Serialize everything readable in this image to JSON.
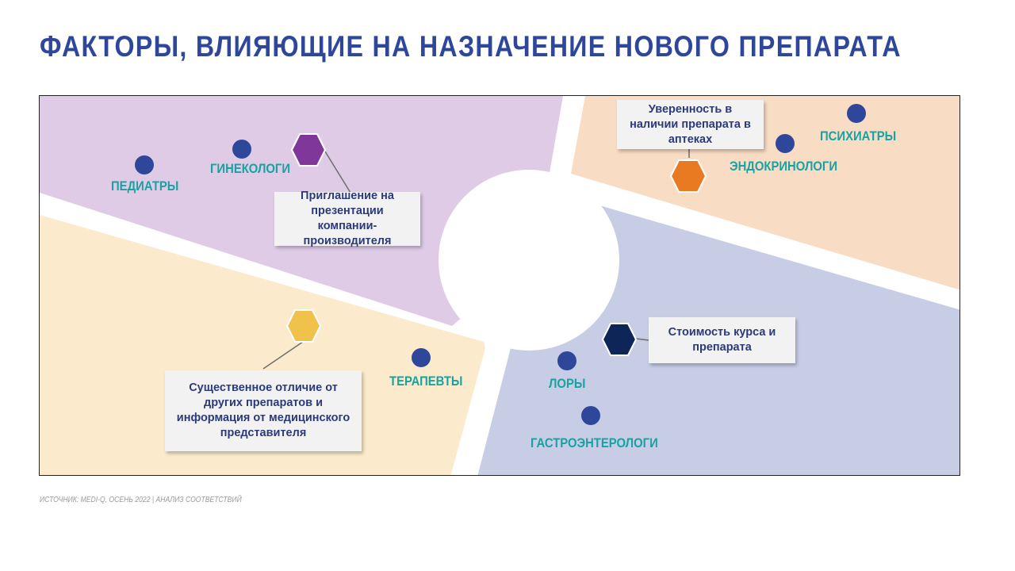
{
  "title": "ФАКТОРЫ, ВЛИЯЮЩИЕ НА НАЗНАЧЕНИЕ НОВОГО ПРЕПАРАТА",
  "colors": {
    "title": "#2e479b",
    "quadrant_top_left": "#dfcbe6",
    "quadrant_top_right": "#f8dcc4",
    "quadrant_bottom_left": "#fbeacb",
    "quadrant_bottom_right": "#c8cde6",
    "dot": "#2e479b",
    "specialty_text": "#18a2a2",
    "callout_text": "#2b3a7a"
  },
  "factors": [
    {
      "id": "invitation",
      "text": "Приглашение на презентации компании-производителя",
      "hex_color": "#7f3799"
    },
    {
      "id": "availability",
      "text": "Уверенность в наличии препарата в аптеках",
      "hex_color": "#ea7a22"
    },
    {
      "id": "difference",
      "text": "Существенное отличие от других препаратов и информация от медицинского представителя",
      "hex_color": "#f0c14b"
    },
    {
      "id": "cost",
      "text": "Стоимость курса и препарата",
      "hex_color": "#0e2657"
    }
  ],
  "specialties": {
    "pediatricians": "ПЕДИАТРЫ",
    "gynecologists": "ГИНЕКОЛОГИ",
    "psychiatrists": "ПСИХИАТРЫ",
    "endocrinologists": "ЭНДОКРИНОЛОГИ",
    "therapists": "ТЕРАПЕВТЫ",
    "ent": "ЛОРЫ",
    "gastroenterologists": "ГАСТРОЭНТЕРОЛОГИ"
  },
  "source": "ИСТОЧНИК: MEDI-Q, ОСЕНЬ 2022 | АНАЛИЗ СООТВЕТСТВИЙ"
}
